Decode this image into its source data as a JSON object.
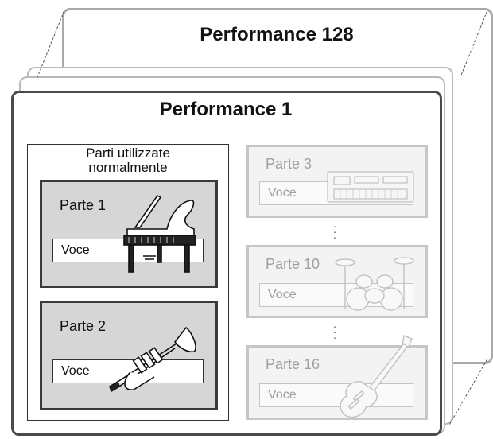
{
  "stack": {
    "back_title": "Performance 128",
    "front_title": "Performance 1"
  },
  "used_parts": {
    "label_line1": "Parti utilizzate",
    "label_line2": "normalmente",
    "parts": [
      {
        "label": "Parte 1",
        "voice": "Voce",
        "icon": "grand-piano-icon"
      },
      {
        "label": "Parte 2",
        "voice": "Voce",
        "icon": "trumpet-icon"
      }
    ]
  },
  "other_parts": [
    {
      "label": "Parte 3",
      "voice": "Voce",
      "icon": "synthesizer-keyboard-icon"
    },
    {
      "label": "Parte 10",
      "voice": "Voce",
      "icon": "drum-kit-icon"
    },
    {
      "label": "Parte 16",
      "voice": "Voce",
      "icon": "electric-guitar-icon"
    }
  ],
  "colors": {
    "active_part_fill": "#d6d6d6",
    "inactive_part_fill": "#f3f3f3",
    "border_dark": "#3a3a3a",
    "border_light": "#c6c6c6"
  }
}
